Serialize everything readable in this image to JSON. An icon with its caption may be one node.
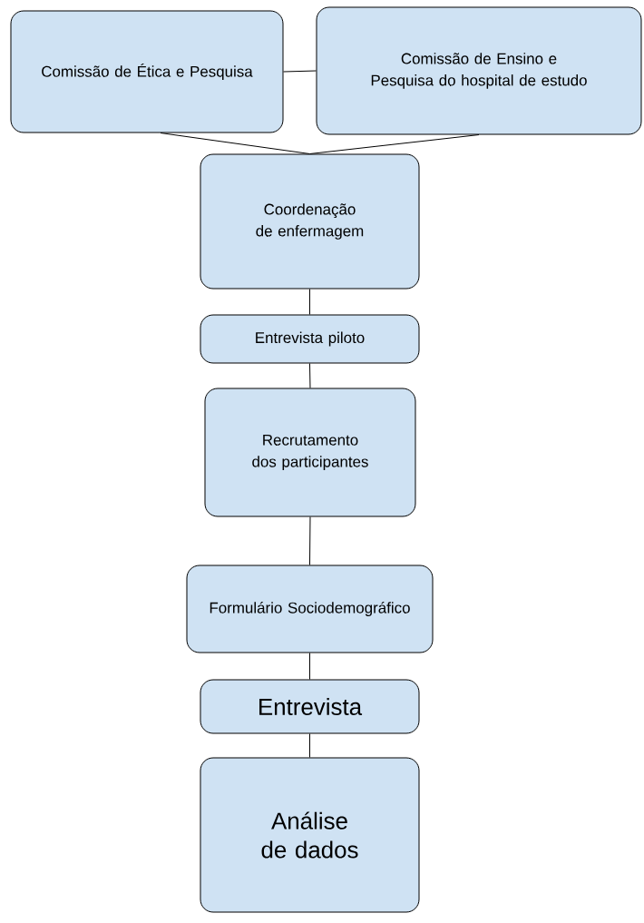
{
  "diagram": {
    "nodes": [
      {
        "text": [
          "Comissão de Ética e Pesquisa"
        ]
      },
      {
        "text": [
          "Comissão de Ensino e Pesquisa do hospital de estudo"
        ]
      },
      {
        "text": [
          "Coordenação de enfermagem"
        ]
      },
      {
        "text": [
          "Entrevista piloto"
        ]
      },
      {
        "text": [
          "Recrutamento dos participantes"
        ]
      },
      {
        "text": [
          "Formulário Sociodemográfico"
        ]
      },
      {
        "text": [
          "Entrevista"
        ]
      },
      {
        "text": [
          "Análise de dados"
        ]
      }
    ],
    "edges": [
      {
        "from": 0,
        "to": 1,
        "arrow": "none"
      },
      {
        "from": 0,
        "to": 2,
        "arrow": "none"
      },
      {
        "from": 1,
        "to": 2,
        "arrow": "none"
      },
      {
        "from": 2,
        "to": 3,
        "arrow": "none"
      },
      {
        "from": 3,
        "to": 4,
        "arrow": "none"
      },
      {
        "from": 4,
        "to": 5,
        "arrow": "none"
      },
      {
        "from": 5,
        "to": 6,
        "arrow": "none"
      },
      {
        "from": 6,
        "to": 7,
        "arrow": "none"
      }
    ]
  }
}
